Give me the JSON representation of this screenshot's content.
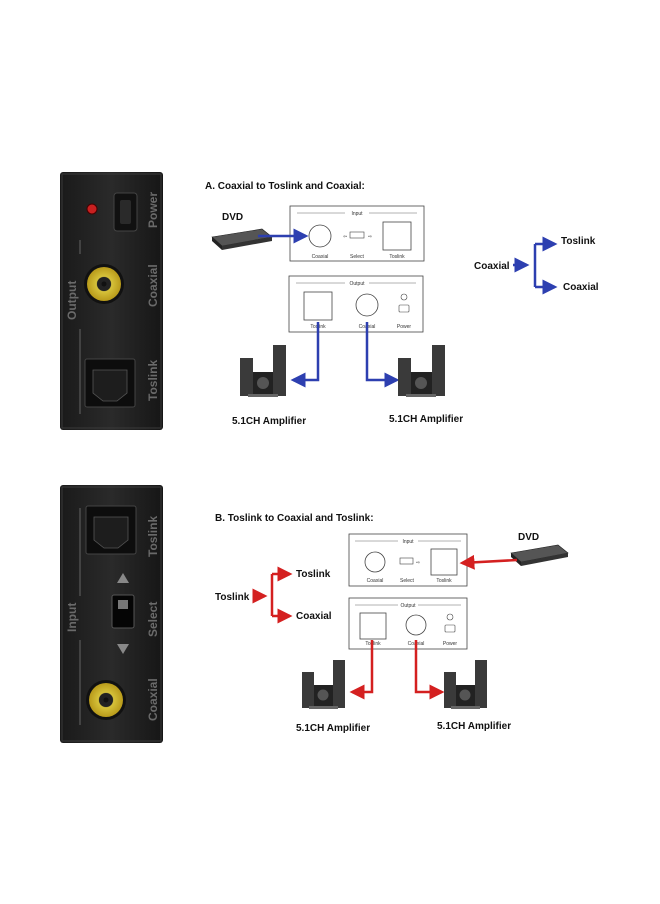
{
  "device_top": {
    "labels": [
      "Power",
      "Coaxial",
      "Toslink",
      "Output"
    ]
  },
  "device_bottom": {
    "labels": [
      "Toslink",
      "Select",
      "Coaxial",
      "Input"
    ]
  },
  "diagram_a": {
    "title": "A. Coaxial to Toslink and Coaxial:",
    "dvd_label": "DVD",
    "input_panel": {
      "title": "Input",
      "labels": [
        "Coaxial",
        "Select",
        "Toslink"
      ]
    },
    "output_panel": {
      "title": "Output",
      "labels": [
        "Toslink",
        "Coaxial",
        "Power"
      ]
    },
    "amp_left": "5.1CH Amplifier",
    "amp_right": "5.1CH Amplifier",
    "split": {
      "source": "Coaxial",
      "top": "Toslink",
      "bottom": "Coaxial"
    },
    "line_color": "#2d3fb0"
  },
  "diagram_b": {
    "title": "B. Toslink to Coaxial and Toslink:",
    "dvd_label": "DVD",
    "input_panel": {
      "title": "Input",
      "labels": [
        "Coaxial",
        "Select",
        "Toslink"
      ]
    },
    "output_panel": {
      "title": "Output",
      "labels": [
        "Toslink",
        "Coaxial",
        "Power"
      ]
    },
    "amp_left": "5.1CH Amplifier",
    "amp_right": "5.1CH Amplifier",
    "split": {
      "source": "Toslink",
      "top": "Toslink",
      "bottom": "Coaxial"
    },
    "line_color": "#d42020"
  }
}
